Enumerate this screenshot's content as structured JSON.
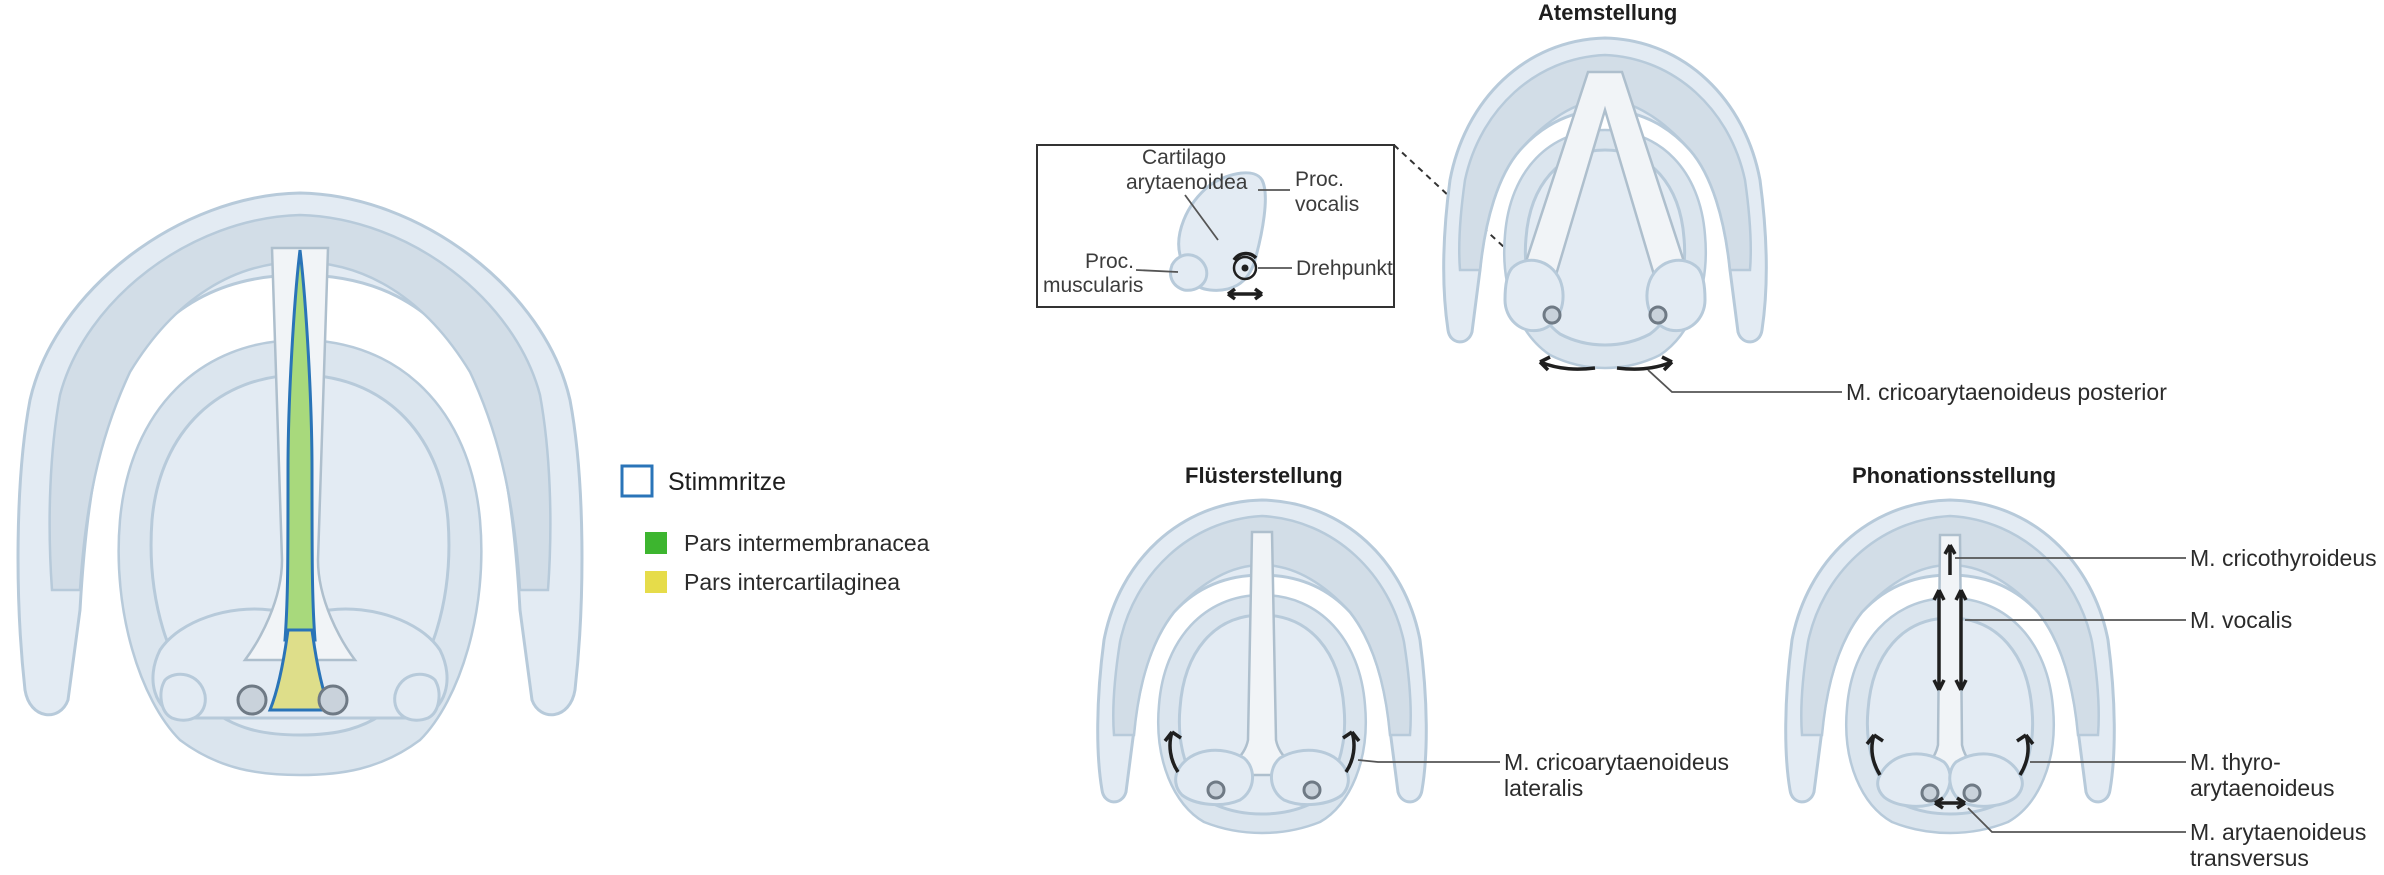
{
  "legend": {
    "title": "Stimmritze",
    "items": [
      {
        "label": "Pars intermembranacea",
        "color": "#3db52f"
      },
      {
        "label": "Pars intercartilaginea",
        "color": "#e6dc4a"
      }
    ],
    "title_border_color": "#2a74b8"
  },
  "panels": {
    "atem": {
      "title": "Atemstellung",
      "muscle_label": "M. cricoarytaenoideus posterior"
    },
    "fluester": {
      "title": "Flüsterstellung",
      "muscle_label_line1": "M. cricoarytaenoideus",
      "muscle_label_line2": "lateralis"
    },
    "phonation": {
      "title": "Phonationsstellung",
      "labels": {
        "cricothyroideus": "M. cricothyroideus",
        "vocalis": "M. vocalis",
        "thyro_line1": "M. thyro-",
        "thyro_line2": "arytaenoideus",
        "transversus_line1": "M. arytaenoideus",
        "transversus_line2": "transversus"
      }
    }
  },
  "inset": {
    "cartilago_line1": "Cartilago",
    "cartilago_line2": "arytaenoidea",
    "vocalis_line1": "Proc.",
    "vocalis_line2": "vocalis",
    "muscularis_line1": "Proc.",
    "muscularis_line2": "muscularis",
    "pivot": "Drehpunkt"
  },
  "colors": {
    "cartilage": "#e3ebf3",
    "cartilage_outline": "#b7cada",
    "joint": "#c9d2db"
  }
}
